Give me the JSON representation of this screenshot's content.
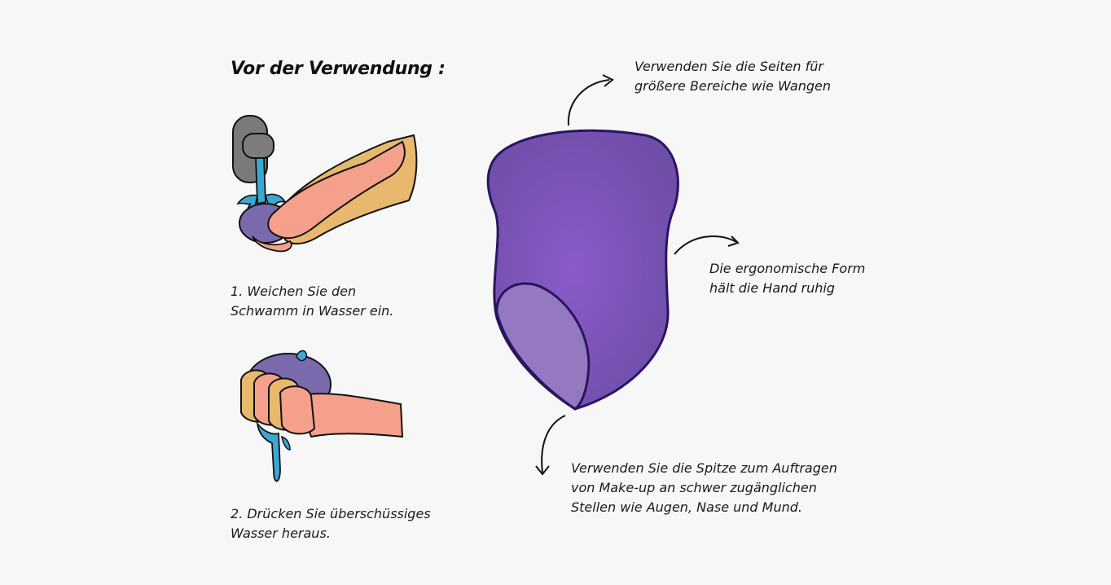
{
  "heading": "Vor der Verwendung :",
  "steps": [
    {
      "lines": [
        "1. Weichen Sie den",
        "Schwamm in Wasser ein."
      ],
      "illustration": "hand-soaking-sponge-under-faucet"
    },
    {
      "lines": [
        "2. Drücken Sie überschüssiges",
        "Wasser heraus."
      ],
      "illustration": "hand-squeezing-sponge"
    }
  ],
  "callouts": {
    "sides": [
      "Verwenden Sie die Seiten für",
      "größere Bereiche wie Wangen"
    ],
    "shape": [
      "Die ergonomische Form",
      "hält die Hand ruhig"
    ],
    "tip": [
      "Verwenden Sie die Spitze zum Auftragen",
      "von Make-up an schwer zugänglichen",
      "Stellen wie Augen, Nase und Mund."
    ]
  },
  "colors": {
    "background": "#f7f7f7",
    "sponge_fill": "#7b52b8",
    "sponge_outline": "#2b1560",
    "sponge_facet": "#9478c0",
    "water": "#3ba8d4",
    "skin": "#f4a08a",
    "skin_shadow": "#e8b86e",
    "faucet": "#7a7a7a",
    "small_sponge": "#7a6aad"
  },
  "icons": [
    "faucet-icon",
    "water-stream-icon",
    "curved-arrow-icon"
  ]
}
